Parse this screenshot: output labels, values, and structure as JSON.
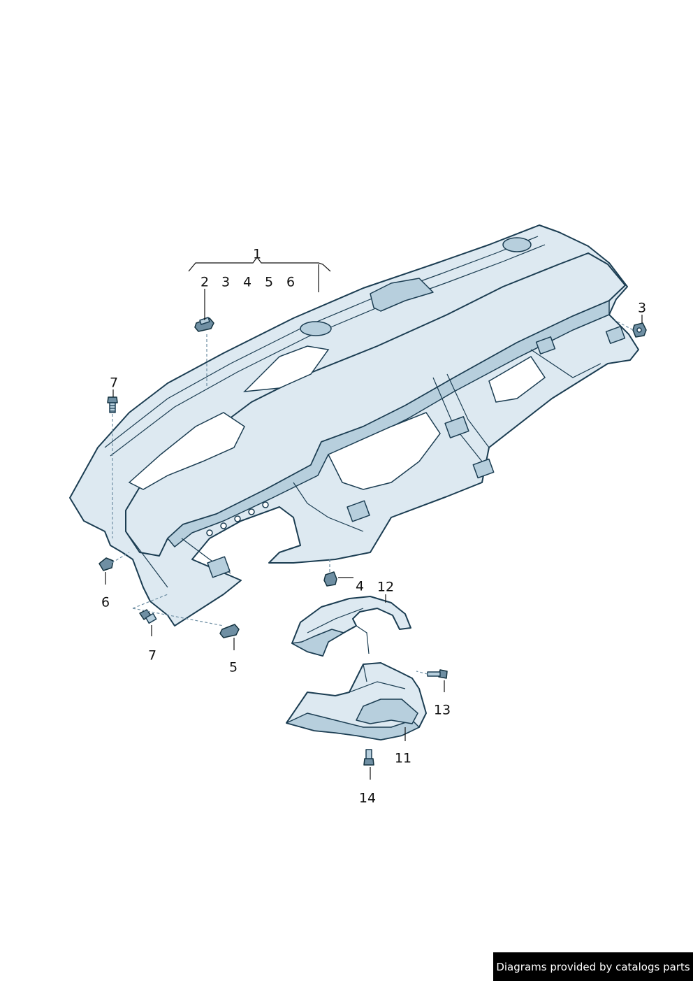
{
  "callouts": [
    {
      "id": "c1",
      "label": "1"
    },
    {
      "id": "c2",
      "label": "2"
    },
    {
      "id": "c3a",
      "label": "3"
    },
    {
      "id": "c4a",
      "label": "4"
    },
    {
      "id": "c5a",
      "label": "5"
    },
    {
      "id": "c6a",
      "label": "6"
    },
    {
      "id": "c3b",
      "label": "3"
    },
    {
      "id": "c7a",
      "label": "7"
    },
    {
      "id": "c6b",
      "label": "6"
    },
    {
      "id": "c7b",
      "label": "7"
    },
    {
      "id": "c5b",
      "label": "5"
    },
    {
      "id": "c4b",
      "label": "4"
    },
    {
      "id": "c12",
      "label": "12"
    },
    {
      "id": "c13",
      "label": "13"
    },
    {
      "id": "c11",
      "label": "11"
    },
    {
      "id": "c14",
      "label": "14"
    }
  ],
  "footer": {
    "text": "Diagrams provided by catalogs parts"
  },
  "colors": {
    "part_fill": "#dde9f1",
    "part_shade": "#b7cfdd",
    "part_dark": "#6f8fa3",
    "outline": "#1b3d52"
  }
}
